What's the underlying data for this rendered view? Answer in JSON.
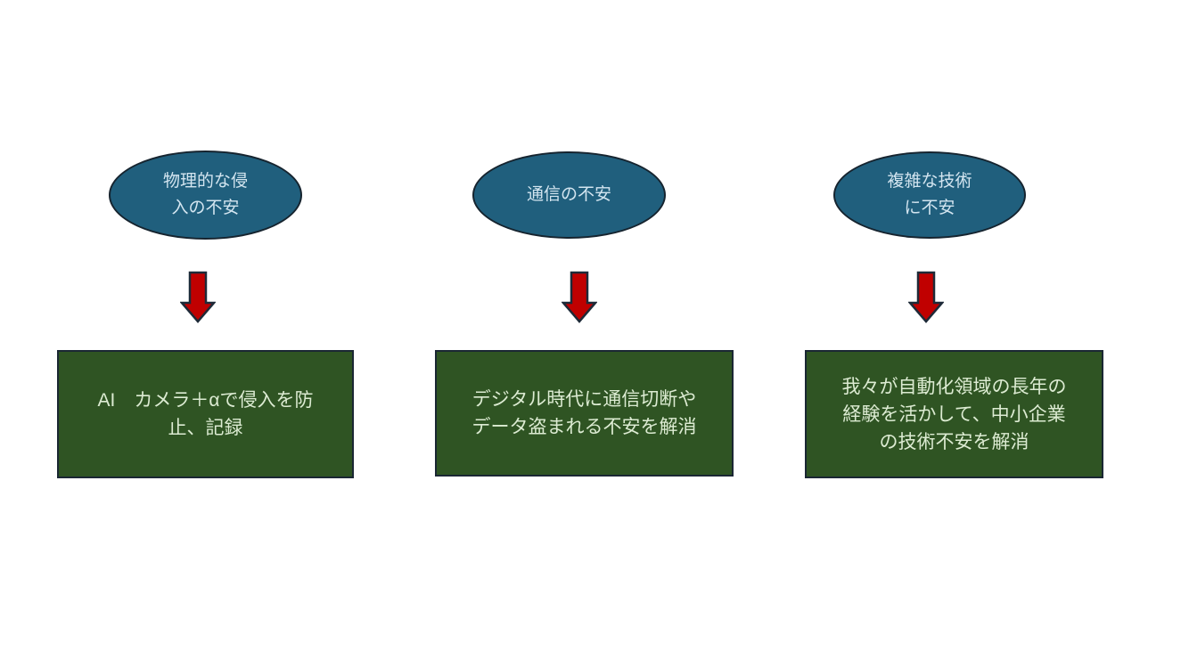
{
  "diagram": {
    "columns": [
      {
        "ellipse_label": "物理的な侵\n入の不安",
        "result_label": "AI　カメラ＋αで侵入を防\n止、記録"
      },
      {
        "ellipse_label": "通信の不安",
        "result_label": "デジタル時代に通信切断や\nデータ盗まれる不安を解消"
      },
      {
        "ellipse_label": "複雑な技術\nに不安",
        "result_label": "我々が自動化領域の長年の\n経験を活かして、中小企業\nの技術不安を解消"
      }
    ],
    "colors": {
      "background": "#ffffff",
      "ellipse_fill": "#205f7d",
      "ellipse_border": "#16242f",
      "ellipse_text": "#d3e5f0",
      "box_fill": "#2f5423",
      "box_border": "#1a2733",
      "box_text": "#dcebd2",
      "arrow_fill": "#c00000",
      "arrow_border": "#1e2a38"
    }
  }
}
